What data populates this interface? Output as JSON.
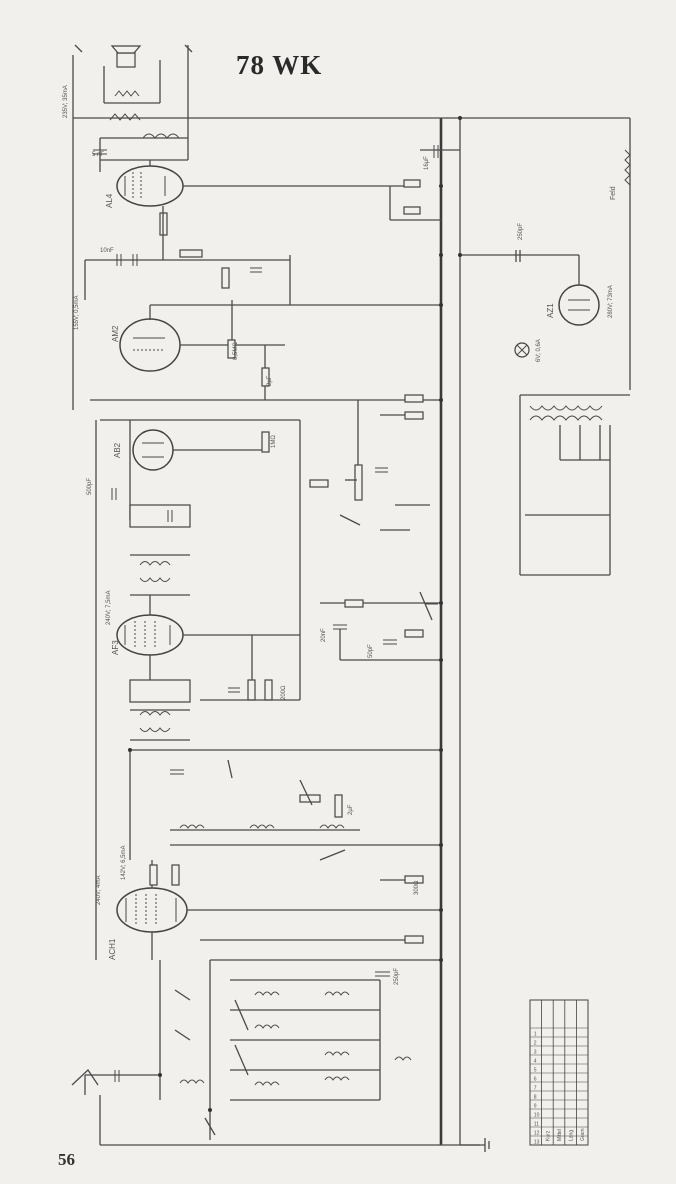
{
  "title": "78 WK",
  "page_number": "56",
  "tubes": [
    {
      "key": "al4",
      "label": "AL4"
    },
    {
      "key": "am2",
      "label": "AM2"
    },
    {
      "key": "ab2",
      "label": "AB2"
    },
    {
      "key": "af3",
      "label": "AF3"
    },
    {
      "key": "ach1",
      "label": "ACH1"
    },
    {
      "key": "az1",
      "label": "AZ1"
    }
  ],
  "voltage_labels": [
    {
      "key": "speaker_supply",
      "text": "235V; 35mA"
    },
    {
      "key": "am2_supply",
      "text": "155V; 0,5mA"
    },
    {
      "key": "af3_supply",
      "text": "240V; 7,5mA"
    },
    {
      "key": "ach1_anode",
      "text": "240V; 4mA"
    },
    {
      "key": "ach1_screen",
      "text": "142V; 6,5mA"
    },
    {
      "key": "rect_supply",
      "text": "280V; 73mA"
    }
  ],
  "component_labels": [
    {
      "key": "c_5nf",
      "text": "5 nF"
    },
    {
      "key": "c_16uf",
      "text": "16µF"
    },
    {
      "key": "c_10nf",
      "text": "10nF"
    },
    {
      "key": "r_05m",
      "text": "0,5MΩ"
    },
    {
      "key": "r_1m",
      "text": "1MΩ"
    },
    {
      "key": "c_500pf",
      "text": "500pF"
    },
    {
      "key": "c_250pf",
      "text": "250pF"
    },
    {
      "key": "c_50pf",
      "text": "50pF"
    },
    {
      "key": "c_20nf",
      "text": "20nF"
    },
    {
      "key": "c_2uf",
      "text": "2µF"
    },
    {
      "key": "r_200",
      "text": "200Ω"
    },
    {
      "key": "r_300",
      "text": "300Ω"
    },
    {
      "key": "r_50k",
      "text": "50kΩ"
    },
    {
      "key": "lamp",
      "text": "6V; 0,6A"
    },
    {
      "key": "c_250pf_b",
      "text": "250pF"
    },
    {
      "key": "feld",
      "text": "Feld"
    }
  ],
  "switch_table": {
    "rows": [
      "Kurz",
      "Mittel",
      "Lang",
      "Gram"
    ],
    "cols": [
      "1",
      "2",
      "3",
      "4",
      "5",
      "6",
      "7",
      "8",
      "9",
      "10",
      "11",
      "12",
      "13"
    ]
  },
  "colors": {
    "paper": "#f1f0ec",
    "ink": "#444444"
  }
}
